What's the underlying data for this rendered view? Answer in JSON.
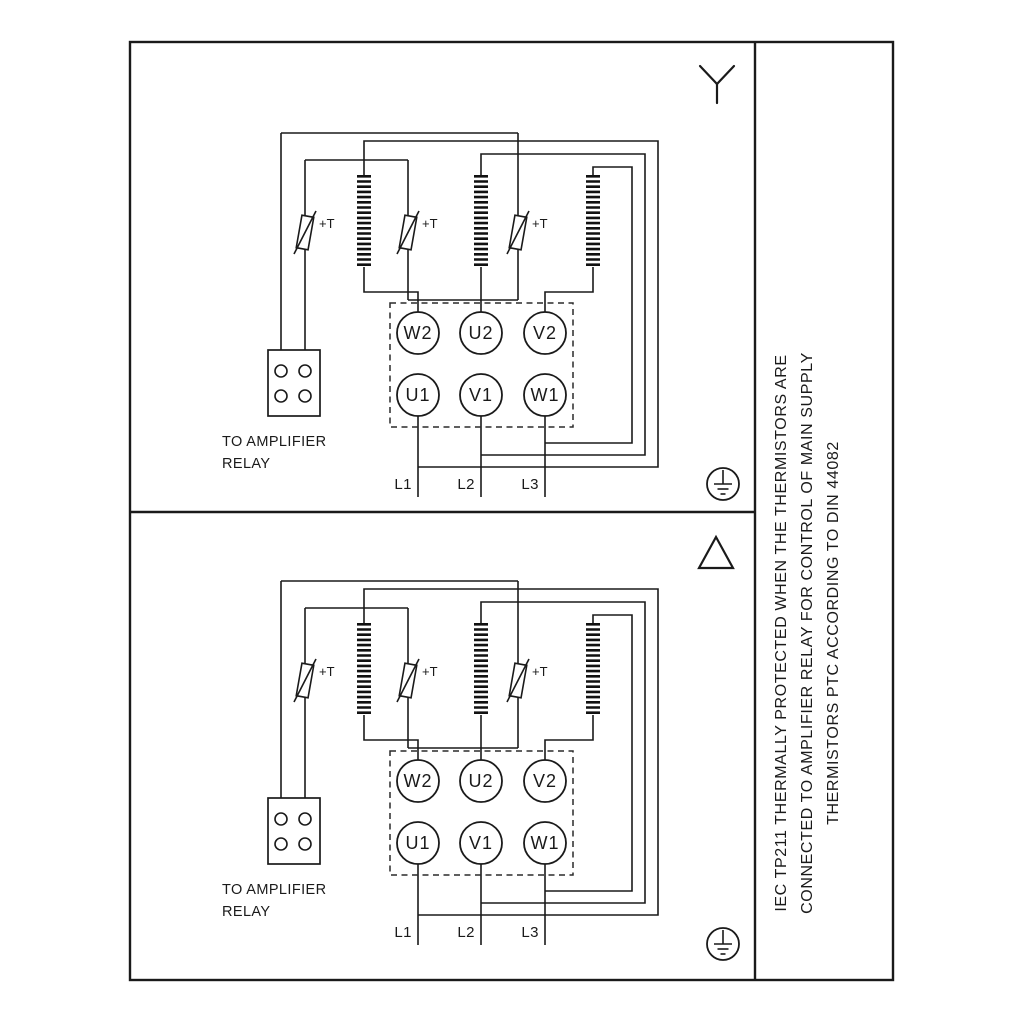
{
  "page": {
    "background": "#ffffff",
    "ink": "#1a1a1a"
  },
  "panels": {
    "star": {
      "connection_symbol": "wye-star",
      "terminals_top": [
        "W2",
        "U2",
        "V2"
      ],
      "terminals_bottom": [
        "U1",
        "V1",
        "W1"
      ],
      "thermistor_labels": [
        "+T",
        "+T",
        "+T"
      ],
      "relay_caption_line1": "TO AMPLIFIER",
      "relay_caption_line2": "RELAY",
      "mains_labels": [
        "L1",
        "L2",
        "L3"
      ]
    },
    "delta": {
      "connection_symbol": "delta",
      "terminals_top": [
        "W2",
        "U2",
        "V2"
      ],
      "terminals_bottom": [
        "U1",
        "V1",
        "W1"
      ],
      "thermistor_labels": [
        "+T",
        "+T",
        "+T"
      ],
      "relay_caption_line1": "TO AMPLIFIER",
      "relay_caption_line2": "RELAY",
      "mains_labels": [
        "L1",
        "L2",
        "L3"
      ]
    }
  },
  "sidebar": {
    "line1": "IEC TP211 THERMALLY PROTECTED WHEN THE THERMISTORS ARE",
    "line2": "CONNECTED TO AMPLIFIER RELAY FOR CONTROL OF MAIN SUPPLY",
    "line3": "THERMISTORS PTC ACCORDING TO DIN 44082"
  }
}
